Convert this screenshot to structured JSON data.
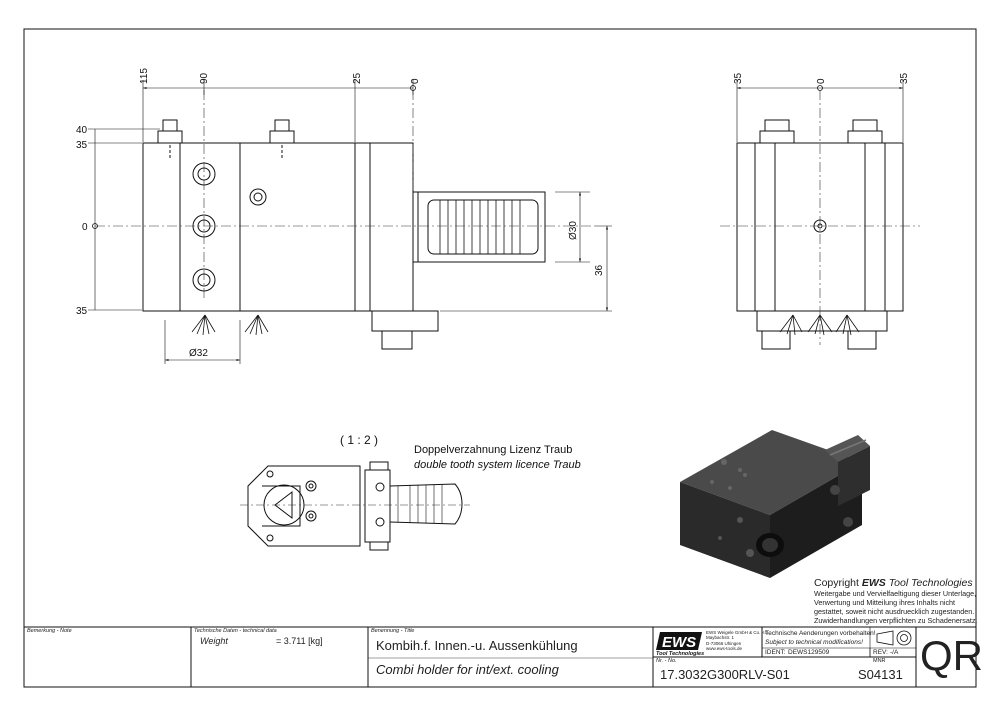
{
  "dimensions": {
    "top_left": [
      "115",
      "90",
      "25",
      "0"
    ],
    "top_right": [
      "35",
      "0",
      "35"
    ],
    "left_side": [
      "40",
      "35",
      "0",
      "35"
    ],
    "dia30": "Ø30",
    "dim36": "36",
    "dia32": "Ø32"
  },
  "detail": {
    "scale": "( 1 : 2 )",
    "note_de": "Doppelverzahnung Lizenz Traub",
    "note_en": "double tooth system licence Traub"
  },
  "copyright": {
    "heading_prefix": "Copyright",
    "brand": "EWS",
    "heading_suffix": "Tool Technologies",
    "lines": [
      "Weitergabe und Vervielfaeltigung dieser Unterlage,",
      "Verwertung und Mitteilung ihres Inhalts nicht",
      "gestattet, soweit nicht ausdruecklich zugestanden.",
      "Zuwiderhandlungen verpflichten zu Schadenersatz."
    ]
  },
  "title_block": {
    "remark_label": "Bemerkung - Note",
    "tech_label": "Technische Daten - technical data",
    "weight_label": "Weight",
    "weight_value": "= 3.711 [kg]",
    "name_label": "Benennung - Title",
    "title_de": "Kombih.f. Innen.-u. Aussenkühlung",
    "title_en": "Combi holder for int/ext. cooling",
    "logo_text": "EWS",
    "logo_sub": "Tool Technologies",
    "company_lines": [
      "EWS Weigele GmbH & Co. KG",
      "Maybachstr. 1",
      "D-73066 Uhingen",
      "www.ews-tools.de"
    ],
    "change_note_de": "Technische Aenderungen vorbehalten!",
    "change_note_en": "Subject to technical modifications!",
    "ident_label": "IDENT:",
    "ident_value": "DEWS129509",
    "rev_label": "REV:",
    "rev_value": "-/A",
    "nr_label": "Nr. - No.",
    "part_number": "17.3032G300RLV-S01",
    "mnr_label": "MNR",
    "mnr_value": "S04131",
    "qr_label": "QR"
  }
}
